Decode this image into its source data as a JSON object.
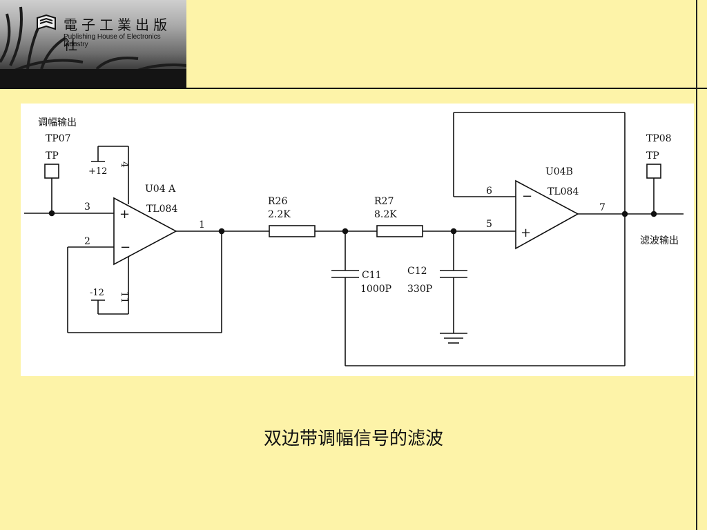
{
  "header": {
    "logo_text": "電子工業出版社",
    "logo_subtitle": "Publishing House of Electronics Industry"
  },
  "diagram": {
    "left_label": "调幅输出",
    "right_label": "滤波输出",
    "tp07": {
      "name": "TP07",
      "label": "TP"
    },
    "tp08": {
      "name": "TP08",
      "label": "TP"
    },
    "u04a": {
      "name": "U04 A",
      "part": "TL084",
      "supply_pos": "+12",
      "supply_neg": "-12",
      "pin_vcc": "4",
      "pin_vee": "11"
    },
    "u04b": {
      "name": "U04B",
      "part": "TL084"
    },
    "pins": {
      "p1": "1",
      "p2": "2",
      "p3": "3",
      "p5": "5",
      "p6": "6",
      "p7": "7"
    },
    "r26": {
      "name": "R26",
      "value": "2.2K"
    },
    "r27": {
      "name": "R27",
      "value": "8.2K"
    },
    "c11": {
      "name": "C11",
      "value": "1000P"
    },
    "c12": {
      "name": "C12",
      "value": "330P"
    },
    "plus_sign": "+",
    "minus_sign": "−"
  },
  "caption": "双边带调幅信号的滤波"
}
